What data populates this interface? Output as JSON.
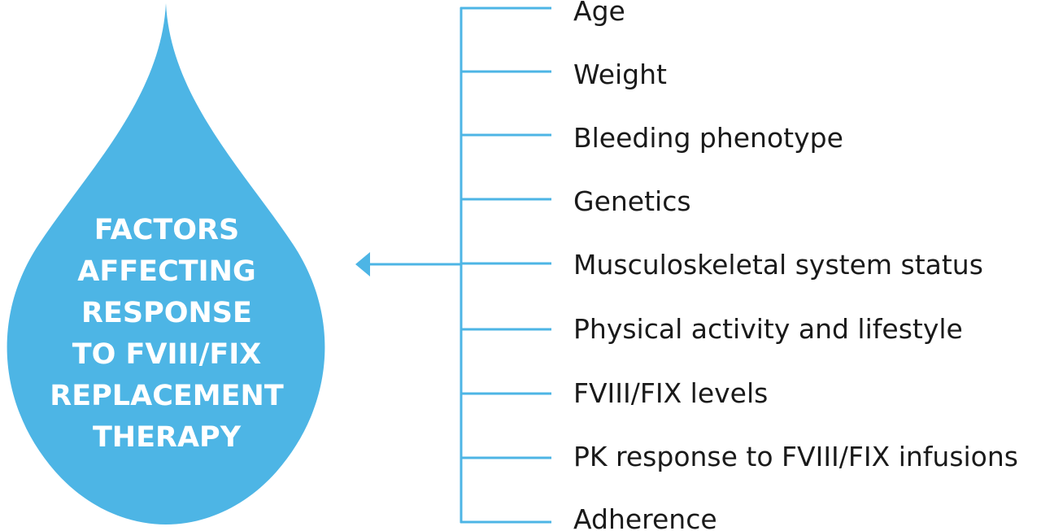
{
  "colors": {
    "accent": "#4db5e5",
    "text": "#1a1a1a",
    "drop_text": "#ffffff"
  },
  "drop": {
    "title_lines": [
      "FACTORS",
      "AFFECTING",
      "RESPONSE",
      "TO FVIII/FIX",
      "REPLACEMENT",
      "THERAPY"
    ]
  },
  "factors": [
    "Age",
    "Weight",
    "Bleeding phenotype",
    "Genetics",
    "Musculoskeletal system status",
    "Physical activity and lifestyle",
    "FVIII/FIX levels",
    "PK response to FVIII/FIX infusions",
    "Adherence"
  ]
}
